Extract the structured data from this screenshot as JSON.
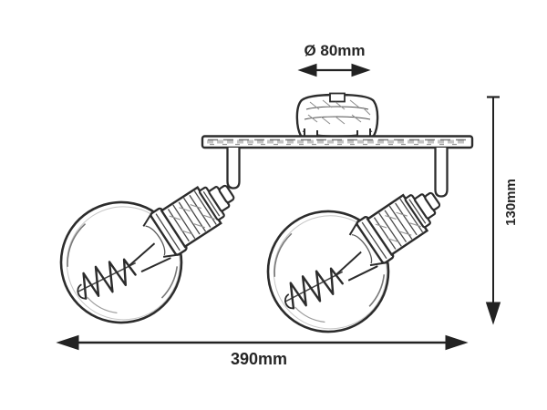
{
  "canvas": {
    "background": "#ffffff",
    "ink": "#2c2c2c"
  },
  "annotations": {
    "diameter": "Ø 80mm",
    "height": "130mm",
    "length": "390mm"
  }
}
